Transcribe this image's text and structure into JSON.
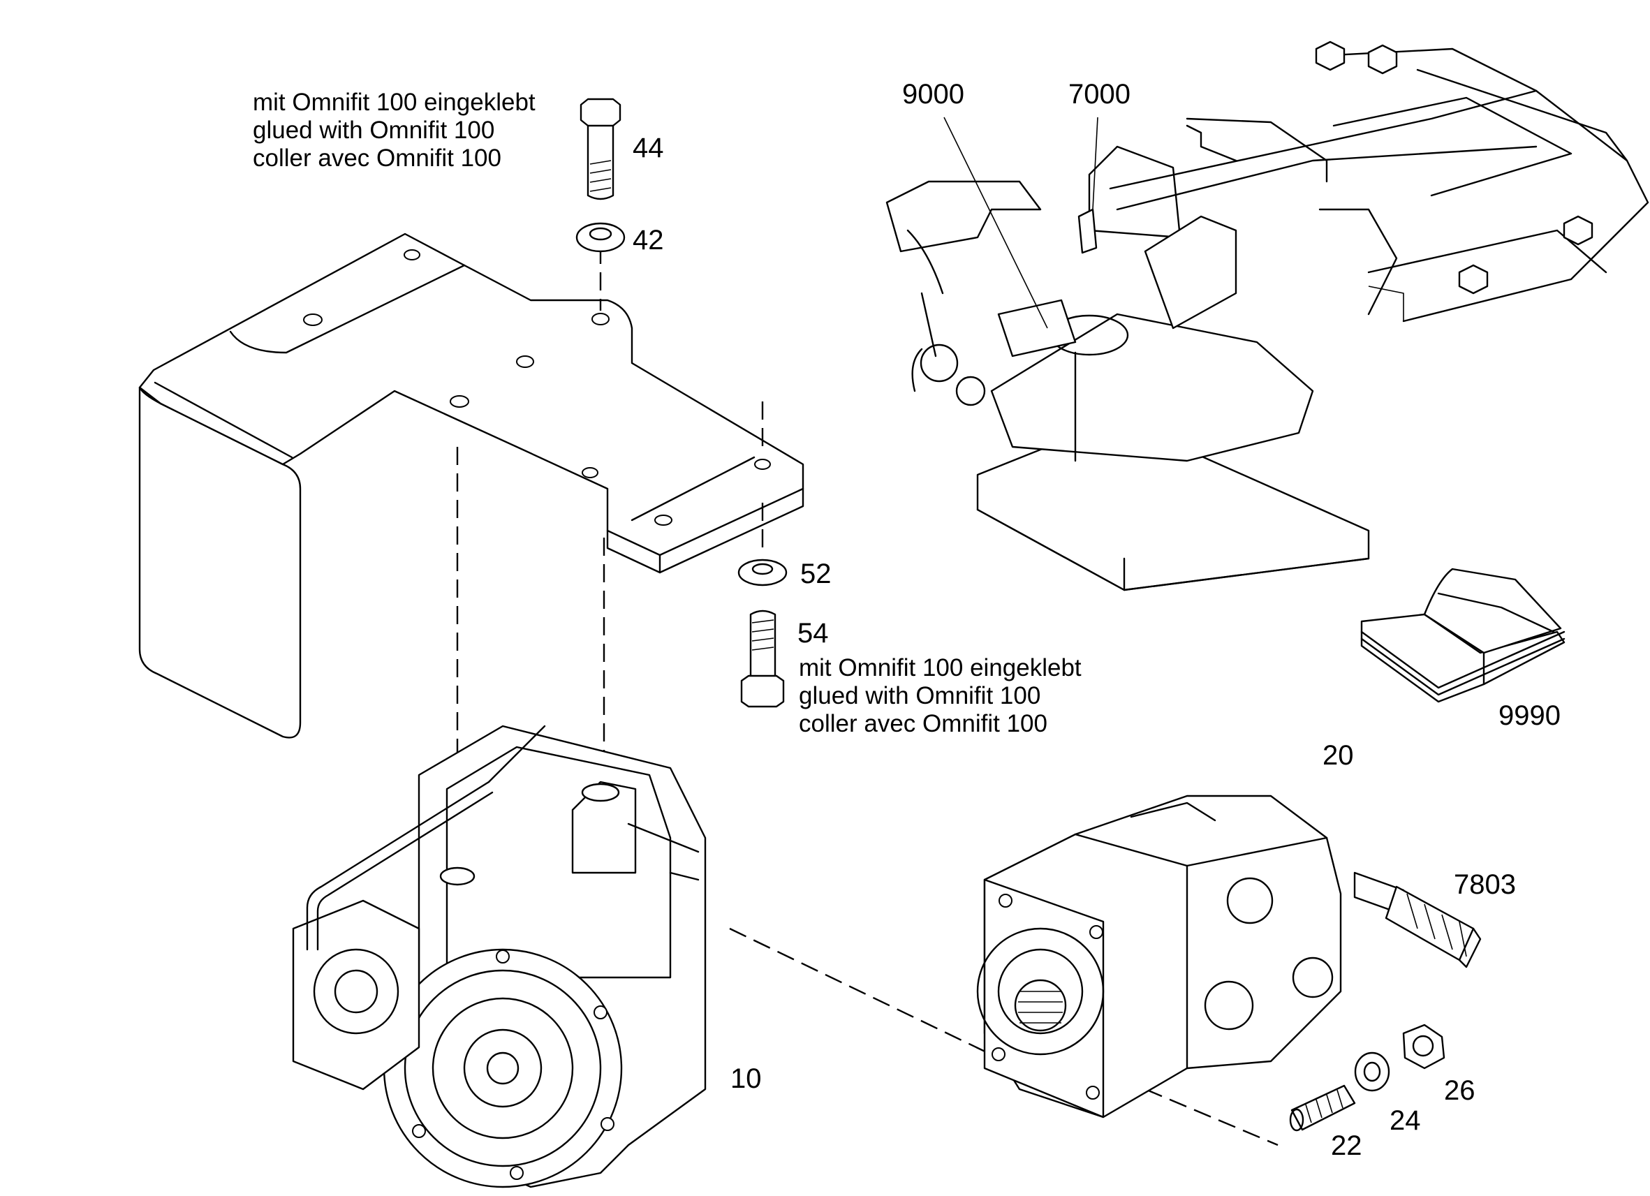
{
  "callouts": {
    "p44": "44",
    "p42": "42",
    "p52": "52",
    "p54": "54",
    "p9000": "9000",
    "p7000": "7000",
    "p9990": "9990",
    "p20": "20",
    "p7803": "7803",
    "p10": "10",
    "p22": "22",
    "p24": "24",
    "p26": "26"
  },
  "notes": {
    "top": {
      "de": "mit Omnifit 100 eingeklebt",
      "en": "glued with Omnifit 100",
      "fr": "coller avec Omnifit 100"
    },
    "middle": {
      "de": "mit Omnifit 100 eingeklebt",
      "en": "glued with Omnifit 100",
      "fr": "coller avec Omnifit 100"
    }
  }
}
